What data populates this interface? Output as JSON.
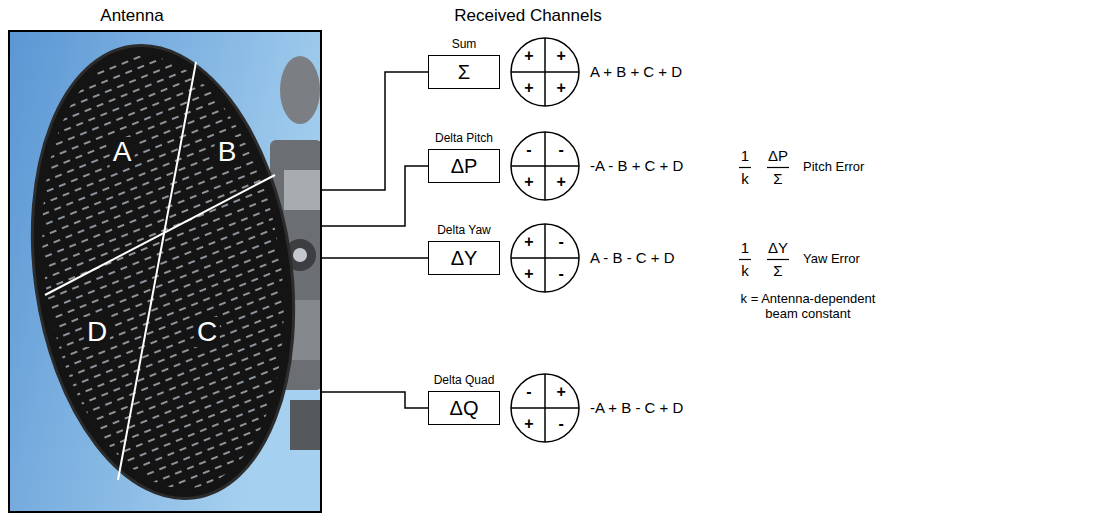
{
  "diagram": {
    "nodes": [
      {
        "text": [
          "Antenna",
          "A",
          "B",
          "C",
          "D"
        ]
      },
      {
        "text": [
          "Sum",
          "Σ"
        ]
      },
      {
        "text": [
          "+",
          "+",
          "+",
          "+"
        ]
      },
      {
        "text": [
          "Delta Pitch",
          "ΔP"
        ]
      },
      {
        "text": [
          "-",
          "-",
          "+",
          "+"
        ]
      },
      {
        "text": [
          "Delta Yaw",
          "ΔY"
        ]
      },
      {
        "text": [
          "+",
          "-",
          "+",
          "-"
        ]
      },
      {
        "text": [
          "Delta Quad",
          "ΔQ"
        ]
      },
      {
        "text": [
          "-",
          "+",
          "+",
          "-"
        ]
      }
    ],
    "edges": [
      {
        "from": 0,
        "to": 1,
        "arrow": "none"
      },
      {
        "from": 0,
        "to": 3,
        "arrow": "none"
      },
      {
        "from": 0,
        "to": 5,
        "arrow": "none"
      },
      {
        "from": 0,
        "to": 7,
        "arrow": "none"
      }
    ],
    "labels": [
      "Received Channels",
      "A + B + C + D",
      "-A - B + C + D",
      "1",
      "k",
      "ΔP",
      "Σ",
      "Pitch Error",
      "A - B - C + D",
      "1",
      "k",
      "ΔY",
      "Σ",
      "Yaw Error",
      "k = Antenna-dependent beam constant",
      "-A + B - C + D"
    ]
  }
}
